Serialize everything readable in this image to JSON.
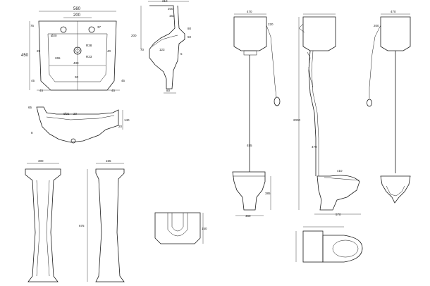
{
  "basin_top": {
    "width": "560",
    "tap_centres": "200",
    "left_offset": "75",
    "right_offset": "37",
    "tap_hole": "Ø20",
    "height": "450",
    "left_dim": "25",
    "right_dim": "40",
    "inner_left": "265",
    "waste": "R38",
    "waste_inner": "R23",
    "inner_width": "430",
    "bottom_inner": "30",
    "bottom_left": "45",
    "bottom_right": "45",
    "foot_left": "45",
    "foot_right": "45"
  },
  "basin_side": {
    "top": "210",
    "depth": "200",
    "inner": "163",
    "height": "200",
    "d1": "70",
    "d2": "123",
    "d3": "5",
    "r1": "80",
    "r2": "50",
    "bottom": "80"
  },
  "basin_section": {
    "rim": "65",
    "waste": "Ø21",
    "waste_right": "20",
    "height": "140",
    "right_low": "20",
    "base": "8"
  },
  "pedestal": {
    "top_width": "300",
    "side_width": "155",
    "height": "675"
  },
  "pedestal_plan": {
    "depth": "150"
  },
  "toilet": {
    "cistern_width": "470",
    "cistern_side": "220",
    "cistern_right": "470",
    "pipe_left": "455",
    "pipe_mid": "470",
    "pan_height": "385",
    "pan_width": "450",
    "total_height": "2000",
    "pan_depth": "570",
    "pan_top": "410",
    "side_right": "200"
  }
}
